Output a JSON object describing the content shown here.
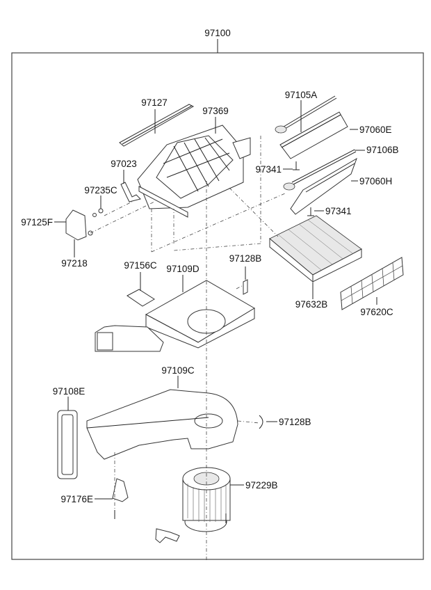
{
  "diagram": {
    "title": "Heater & Blower Unit - Exploded Parts Diagram",
    "assembly_number": "97100",
    "parts": [
      {
        "id": "p97127",
        "number": "97127",
        "description": "seal / strip"
      },
      {
        "id": "p97369",
        "number": "97369",
        "description": "intake duct housing"
      },
      {
        "id": "p97105A",
        "number": "97105A",
        "description": "filter cover rod"
      },
      {
        "id": "p97060E",
        "number": "97060E",
        "description": "filter cover"
      },
      {
        "id": "p97106B",
        "number": "97106B",
        "description": "rod"
      },
      {
        "id": "p97341a",
        "number": "97341",
        "description": "screw"
      },
      {
        "id": "p97060H",
        "number": "97060H",
        "description": "filter cover"
      },
      {
        "id": "p97341b",
        "number": "97341",
        "description": "screw"
      },
      {
        "id": "p97023",
        "number": "97023",
        "description": "lever"
      },
      {
        "id": "p97235C",
        "number": "97235C",
        "description": "clip"
      },
      {
        "id": "p97125F",
        "number": "97125F",
        "description": "actuator"
      },
      {
        "id": "p97218",
        "number": "97218",
        "description": "screw"
      },
      {
        "id": "p97156C",
        "number": "97156C",
        "description": "plate"
      },
      {
        "id": "p97109D",
        "number": "97109D",
        "description": "upper case"
      },
      {
        "id": "p97128Ba",
        "number": "97128B",
        "description": "clip"
      },
      {
        "id": "p97632B",
        "number": "97632B",
        "description": "cabin air filter"
      },
      {
        "id": "p97620C",
        "number": "97620C",
        "description": "filter grille"
      },
      {
        "id": "p97109C",
        "number": "97109C",
        "description": "lower case"
      },
      {
        "id": "p97108E",
        "number": "97108E",
        "description": "seal"
      },
      {
        "id": "p97128Bb",
        "number": "97128B",
        "description": "clip"
      },
      {
        "id": "p97176E",
        "number": "97176E",
        "description": "resistor"
      },
      {
        "id": "p97229B",
        "number": "97229B",
        "description": "blower motor"
      }
    ]
  }
}
